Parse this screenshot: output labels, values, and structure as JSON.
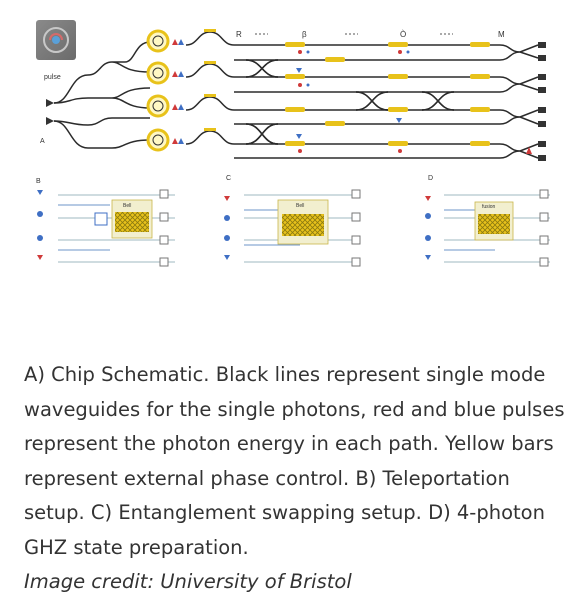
{
  "figure": {
    "panel_labels": {
      "a": "A",
      "b": "B",
      "c": "C",
      "d": "D"
    },
    "pulse_label": "pulse",
    "stage_labels": [
      "R",
      "β",
      "Ò",
      "M"
    ],
    "subpanel_box_labels": {
      "b": "Bell",
      "c": "Bell",
      "d": "fusion"
    },
    "colors": {
      "waveguide": "#2b2b2b",
      "phase_control": "#e8c21a",
      "pulse_red": "#d03a3a",
      "pulse_blue": "#3f6fc4"
    }
  },
  "caption": {
    "text": "A) Chip Schematic. Black lines represent single mode waveguides for the single photons, red and blue pulses represent the photon energy in each path. Yellow bars represent external phase control. B) Teleportation setup. C) Entanglement swapping setup. D) 4-photon GHZ state preparation.",
    "credit": "Image credit: University of Bristol"
  }
}
